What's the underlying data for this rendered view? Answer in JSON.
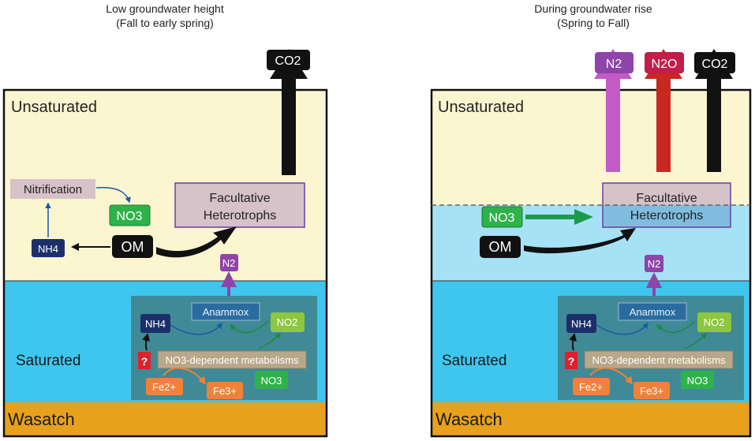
{
  "left": {
    "title": "Low groundwater height",
    "subtitle": "(Fall to early spring)",
    "zone_unsaturated": "Unsaturated",
    "zone_saturated": "Saturated",
    "bedrock": "Wasatch",
    "gas_co2": "CO2",
    "nitrification": "Nitrification",
    "no3": "NO3",
    "nh4": "NH4",
    "om": "OM",
    "facultative_line1": "Facultative",
    "facultative_line2": "Heterotrophs",
    "n2": "N2",
    "anammox": "Anammox",
    "nh4_sat": "NH4",
    "no2": "NO2",
    "unknown": "?",
    "no3_dependent": "NO3-dependent metabolisms",
    "fe2": "Fe2+",
    "fe3": "Fe3+",
    "no3_sat": "NO3"
  },
  "right": {
    "title": "During groundwater rise",
    "subtitle": "(Spring to Fall)",
    "zone_unsaturated": "Unsaturated",
    "zone_saturated": "Saturated",
    "bedrock": "Wasatch",
    "gas_n2": "N2",
    "gas_n2o": "N2O",
    "gas_co2": "CO2",
    "no3": "NO3",
    "om": "OM",
    "facultative_line1": "Facultative",
    "facultative_line2": "Heterotrophs",
    "n2": "N2",
    "anammox": "Anammox",
    "nh4_sat": "NH4",
    "no2": "NO2",
    "unknown": "?",
    "no3_dependent": "NO3-dependent metabolisms",
    "fe2": "Fe2+",
    "fe3": "Fe3+",
    "no3_sat": "NO3"
  },
  "colors": {
    "unsaturated": "#fbf5d0",
    "saturated": "#3fc6ee",
    "rising_water": "#a6e2f6",
    "bedrock": "#e8a11c",
    "inner_box": "#3f8a96",
    "purple": "#8e44a8",
    "crimson": "#c21e4a",
    "green": "#2eb24a",
    "navy": "#1c2f6b",
    "orange": "#f0813a"
  }
}
